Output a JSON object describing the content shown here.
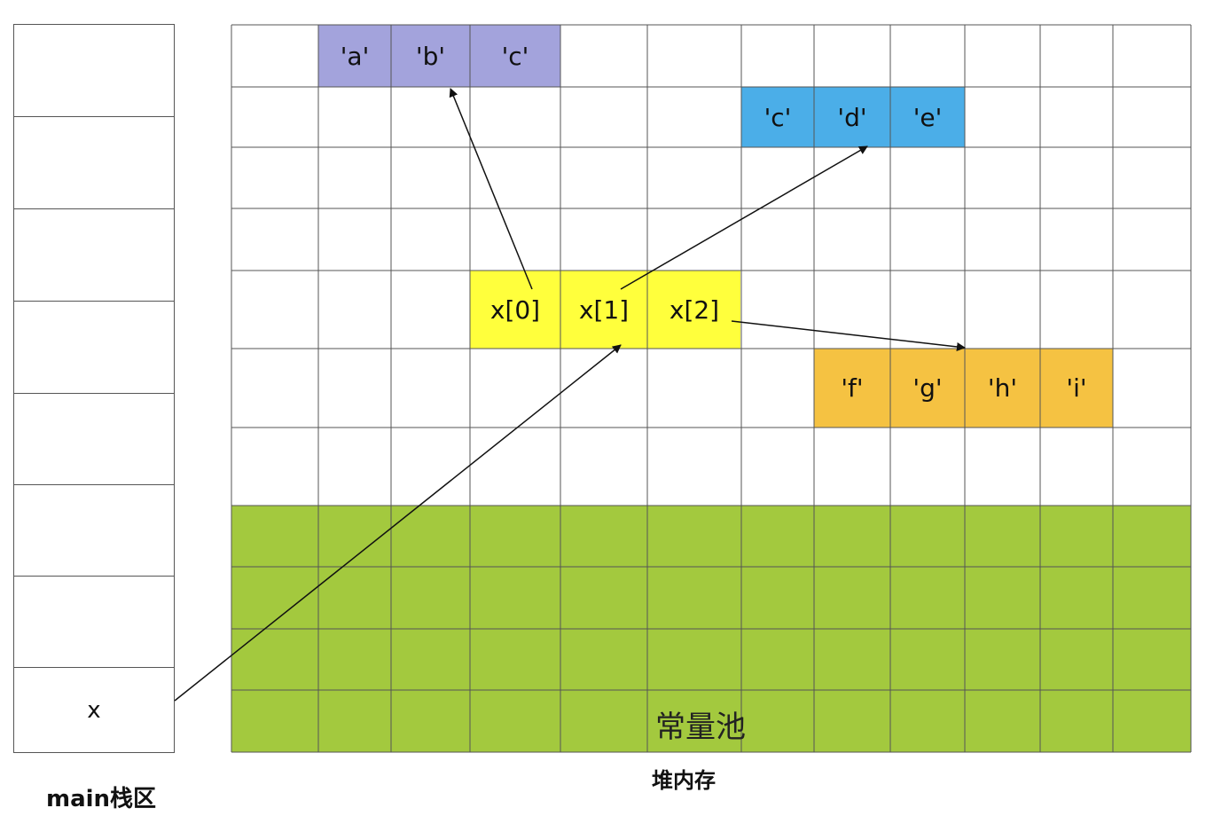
{
  "stack": {
    "label": "main栈区",
    "variable": "x"
  },
  "heap": {
    "label": "堆内存",
    "constant_pool_label": "常量池",
    "colors": {
      "block_abc": "#a3a3dc",
      "block_cde": "#4baee8",
      "block_x": "#ffff3c",
      "block_fghi": "#f5c242",
      "constant_pool": "#a3c93e",
      "grid_line": "#555555"
    },
    "arrays": {
      "abc": [
        "'a'",
        "'b'",
        "'c'"
      ],
      "cde": [
        "'c'",
        "'d'",
        "'e'"
      ],
      "x": [
        "x[0]",
        "x[1]",
        "x[2]"
      ],
      "fghi": [
        "'f'",
        "'g'",
        "'h'",
        "'i'"
      ]
    }
  }
}
